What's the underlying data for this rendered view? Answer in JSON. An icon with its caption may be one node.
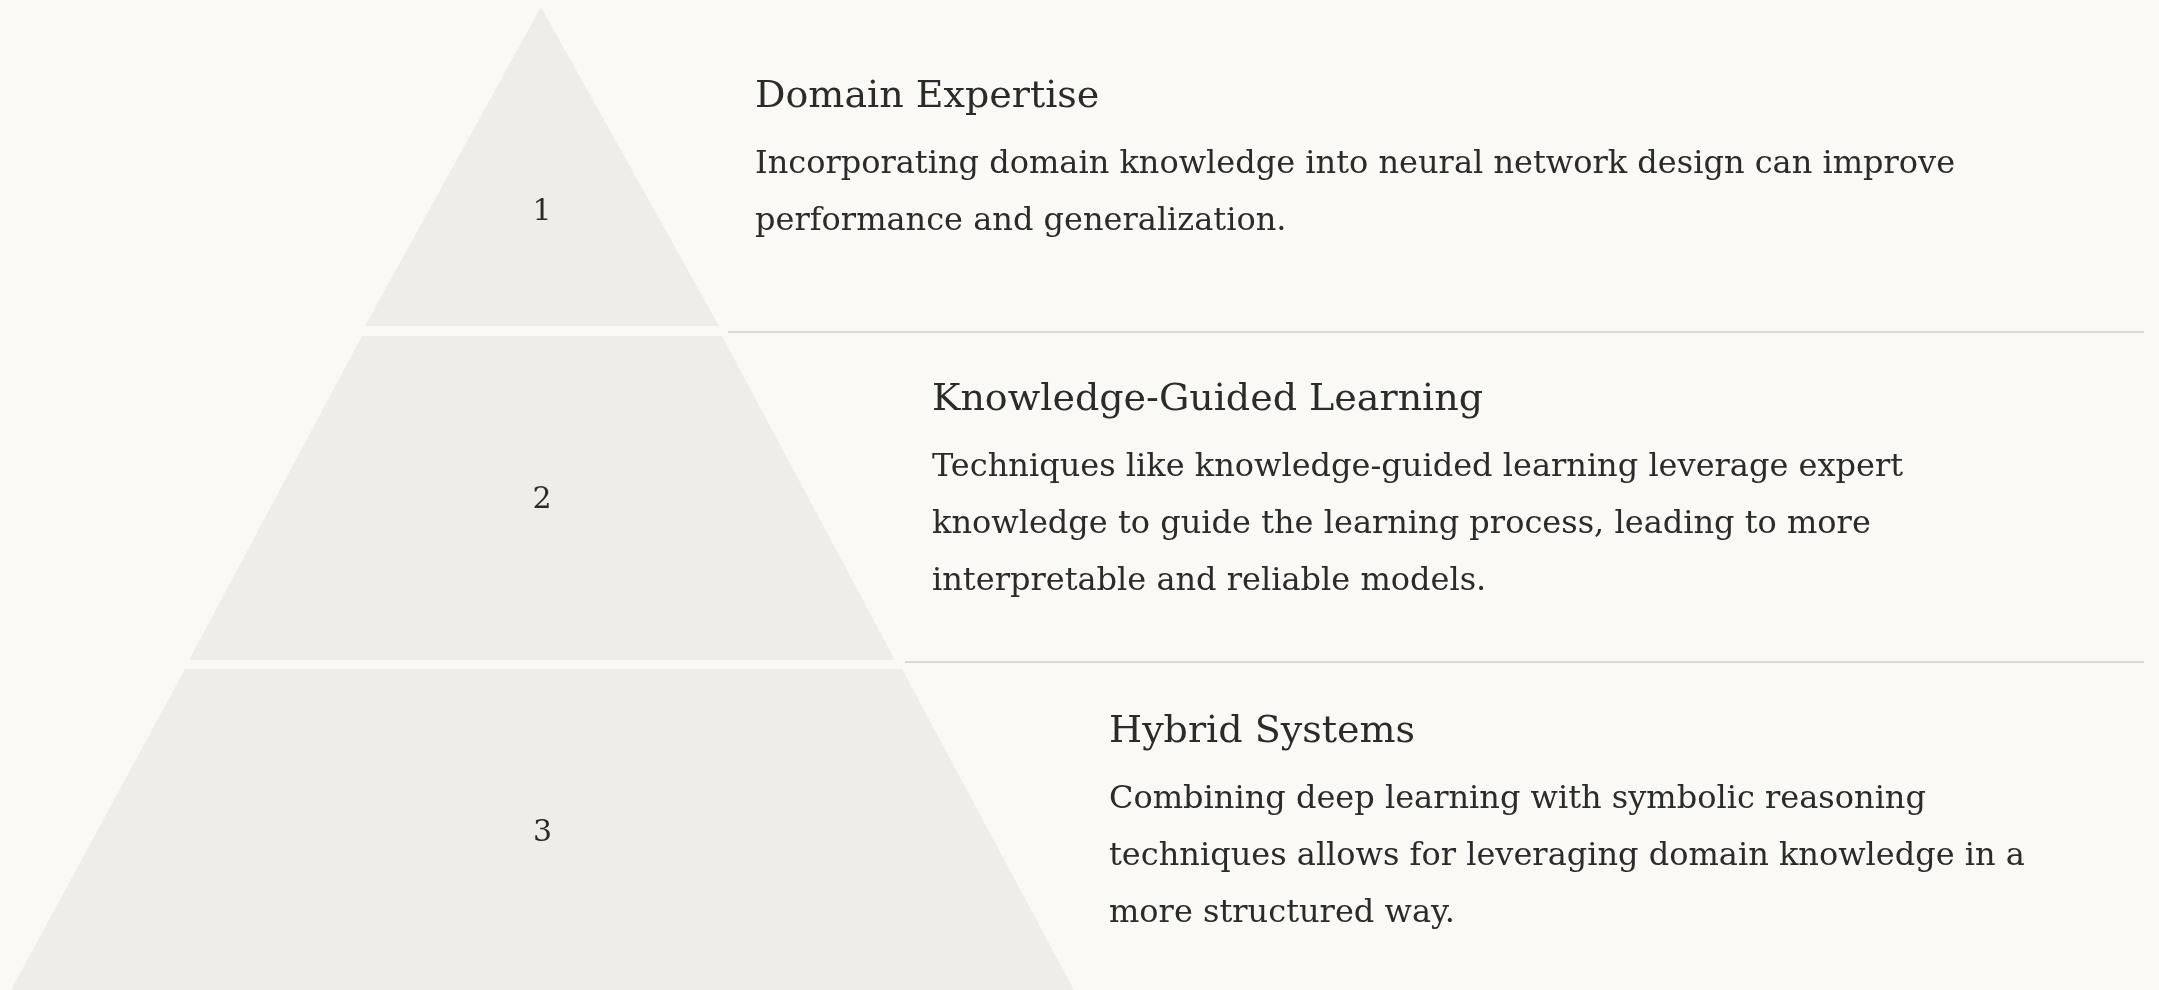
{
  "diagram": {
    "nodes": [
      {
        "text": [
          "1"
        ],
        "beside": [
          "Domain Expertise",
          "Incorporating domain knowledge into neural network design can improve performance and generalization."
        ]
      },
      {
        "text": [
          "2"
        ],
        "beside": [
          "Knowledge-Guided Learning",
          "Techniques like knowledge-guided learning leverage expert knowledge to guide the learning process, leading to more interpretable and reliable models."
        ]
      },
      {
        "text": [
          "3"
        ],
        "beside": [
          "Hybrid Systems",
          "Combining deep learning with symbolic reasoning techniques allows for leveraging domain knowledge in a more structured way."
        ]
      }
    ]
  }
}
